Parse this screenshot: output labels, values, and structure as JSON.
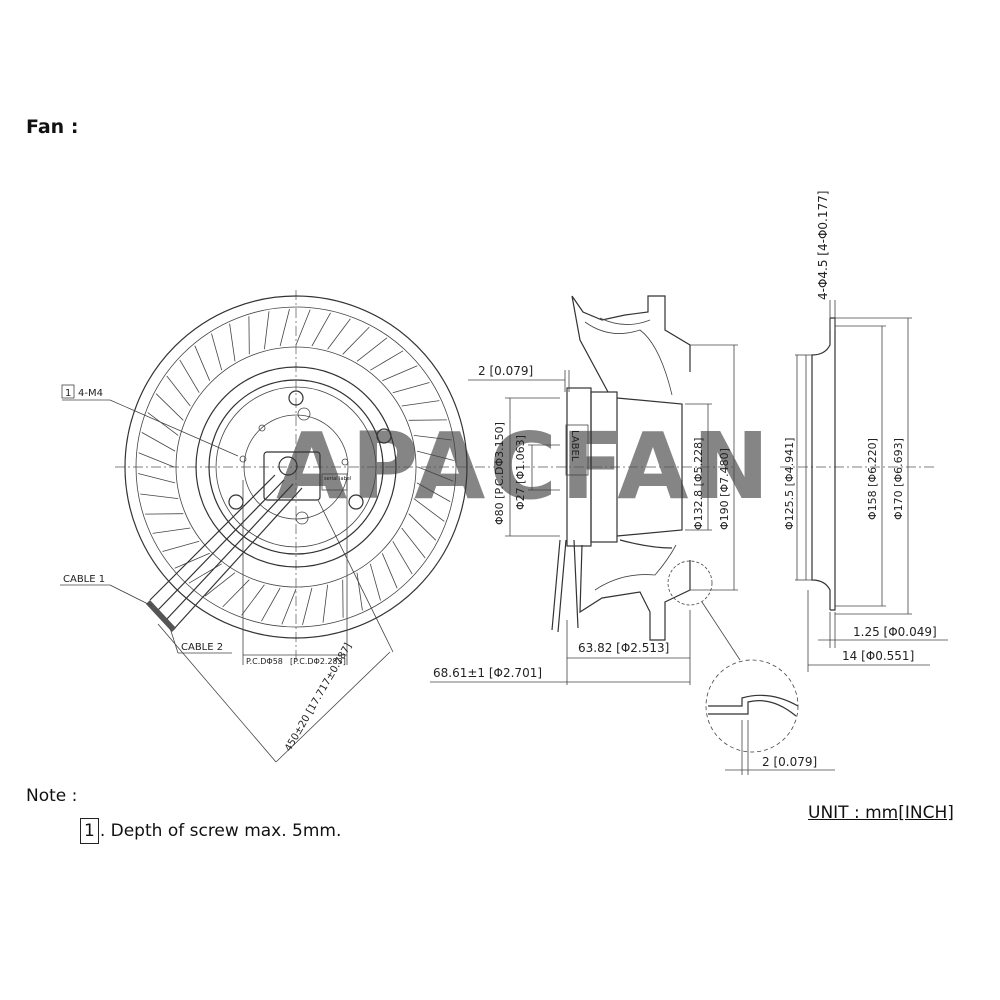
{
  "header": {
    "title": "Fan :"
  },
  "watermark": {
    "text": "APACFAN",
    "color": "#e88a8a"
  },
  "front_view": {
    "mount_hole_box": "1",
    "mount_hole_label": "4-M4",
    "cable1_label": "CABLE 1",
    "cable2_label": "CABLE 2",
    "pcd_label": "P.C.DΦ58",
    "pcd_inch": "[P.C.DΦ2.283]",
    "cable_length": "450±20 [17.717±0.787]",
    "small_label": "serial label"
  },
  "side_view": {
    "dim_top": "2  [0.079]",
    "dim_pcd": "Φ80  [P.C.DΦ3.150]",
    "dim_hub": "Φ27  [Φ1.063]",
    "label_text": "LABEL",
    "dim_motor": "Φ132.8  [Φ5.228]",
    "dim_outer": "Φ190  [Φ7.480]",
    "dim_depth": "63.82  [Φ2.513]",
    "dim_total": "68.61±1  [Φ2.701]",
    "dim_detail": "2  [0.079]"
  },
  "ring_view": {
    "holes": "4-Φ4.5  [4-Φ0.177]",
    "dim_inner": "Φ125.5  [Φ4.941]",
    "dim_158": "Φ158  [Φ6.220]",
    "dim_170": "Φ170  [Φ6.693]",
    "dim_thickness": "1.25  [Φ0.049]",
    "dim_width": "14  [Φ0.551]"
  },
  "note": {
    "title": "Note :",
    "box": "1",
    "text": ". Depth of screw max. 5mm."
  },
  "unit": "UNIT : mm[INCH]"
}
